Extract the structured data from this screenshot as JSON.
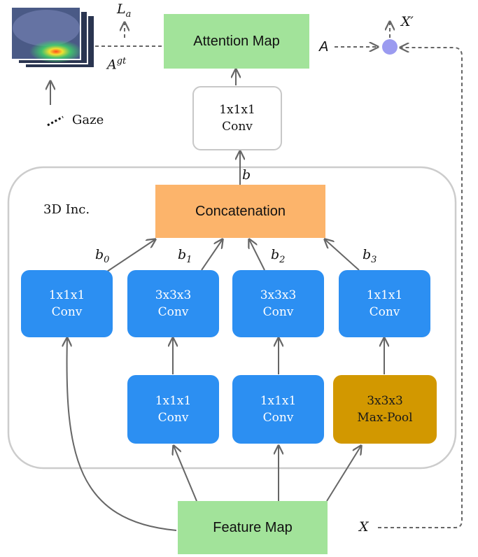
{
  "nodes": {
    "attention_map": "Attention Map",
    "conv_top": [
      "1x1x1",
      "Conv"
    ],
    "concatenation": "Concatenation",
    "branch0": [
      "1x1x1",
      "Conv"
    ],
    "branch1_top": [
      "3x3x3",
      "Conv"
    ],
    "branch2_top": [
      "3x3x3",
      "Conv"
    ],
    "branch3_top": [
      "1x1x1",
      "Conv"
    ],
    "branch1_bottom": [
      "1x1x1",
      "Conv"
    ],
    "branch2_bottom": [
      "1x1x1",
      "Conv"
    ],
    "maxpool": [
      "3x3x3",
      "Max-Pool"
    ],
    "feature_map": "Feature Map"
  },
  "labels": {
    "module": "3D Inc.",
    "gaze": "Gaze",
    "loss_main": "L",
    "loss_sub": "a",
    "gt_main": "A",
    "gt_sup": "gt",
    "attention_symbol": "A",
    "output_symbol": "X′",
    "input_symbol": "X",
    "b": "b",
    "b0_main": "b",
    "b0_sub": "0",
    "b1_main": "b",
    "b1_sub": "1",
    "b2_main": "b",
    "b2_sub": "2",
    "b3_main": "b",
    "b3_sub": "3"
  },
  "colors": {
    "green": "#a2e39a",
    "orange": "#fcb46b",
    "blue": "#2c8ff2",
    "gold": "#d29800",
    "merge_node": "#9b9bf0",
    "arrow": "#666666",
    "module_border": "#cccccc"
  },
  "icons": {
    "gaze_heatmap": "heatmap-frames-icon",
    "merge": "elementwise-product-icon"
  }
}
